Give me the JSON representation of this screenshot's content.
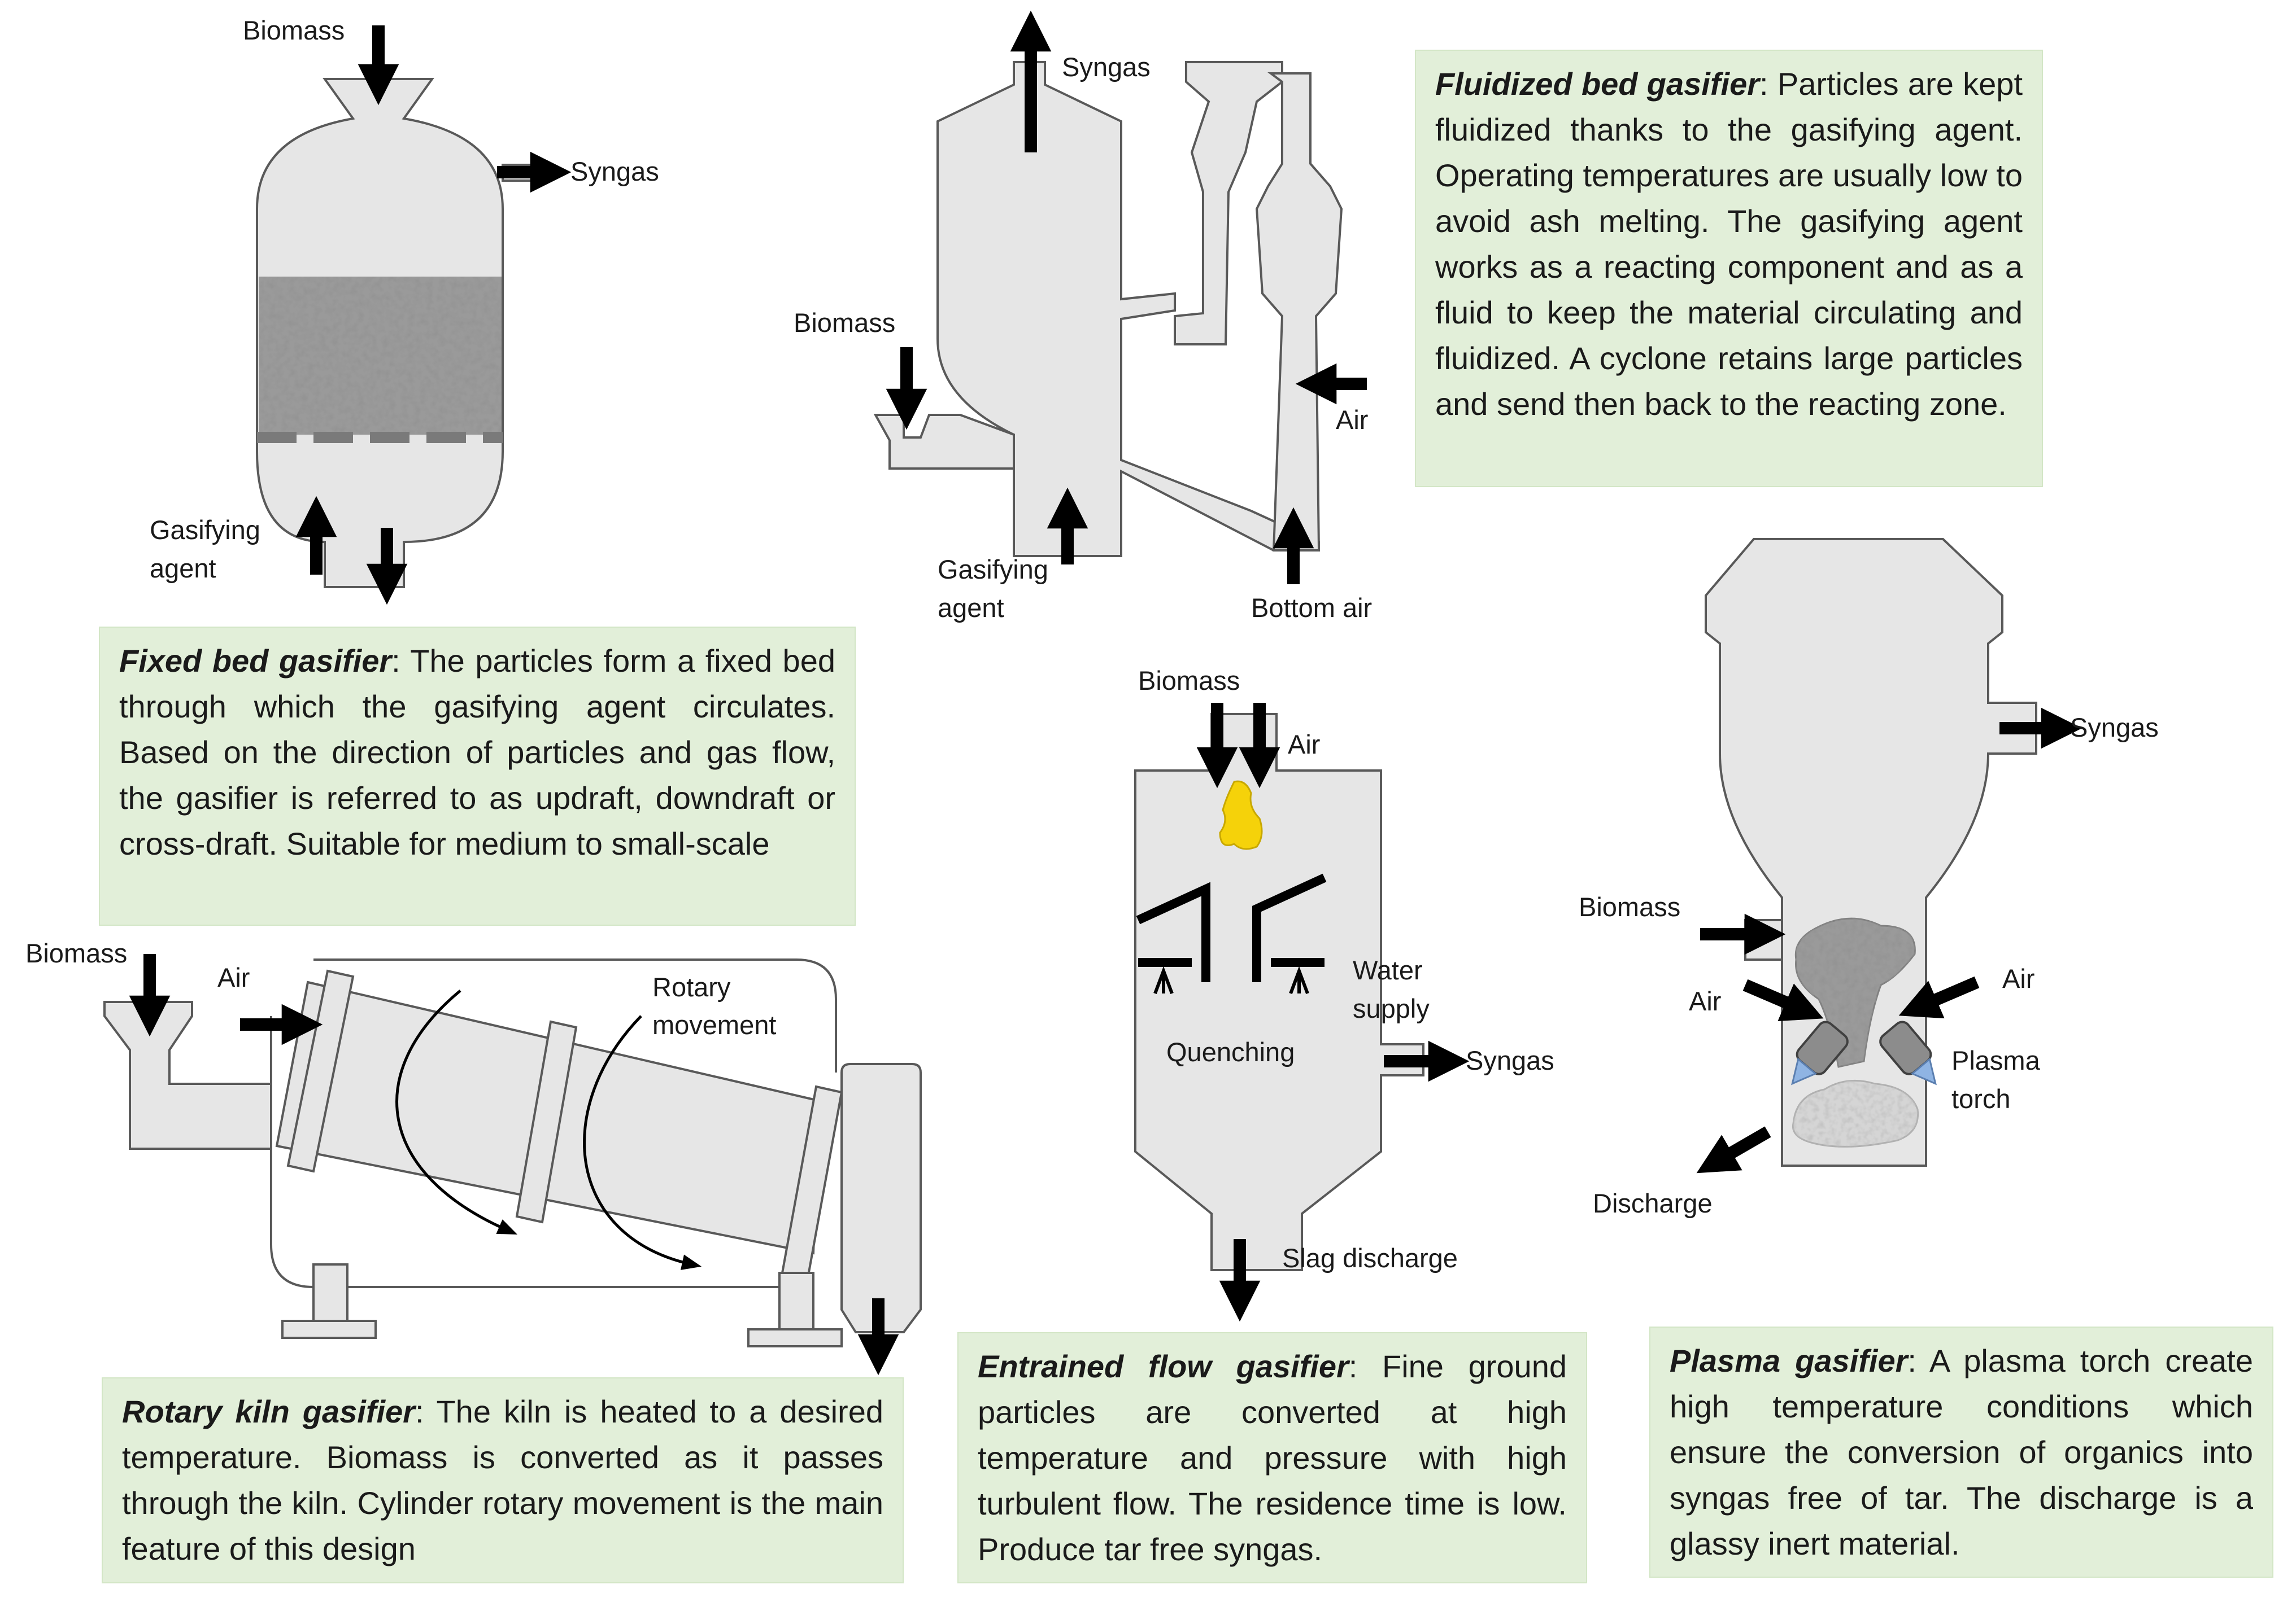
{
  "fixed_bed": {
    "labels": {
      "biomass": "Biomass",
      "syngas": "Syngas",
      "gasifying_agent_1": "Gasifying",
      "gasifying_agent_2": "agent"
    },
    "title": "Fixed bed gasifier",
    "body": ": The particles form a fixed bed through which the gasifying agent circulates. Based on the direction of particles and gas flow, the gasifier is referred to as updraft, downdraft or cross-draft. Suitable for medium to small-scale"
  },
  "fluidized_bed": {
    "labels": {
      "syngas": "Syngas",
      "biomass": "Biomass",
      "air": "Air",
      "gasifying_agent_1": "Gasifying",
      "gasifying_agent_2": "agent",
      "bottom_air": "Bottom air"
    },
    "title": "Fluidized bed gasifier",
    "body": ": Particles are kept fluidized thanks to the gasifying agent. Operating temperatures are usually low to avoid ash melting. The gasifying agent works as a reacting component and as a fluid to keep the material circulating and fluidized. A cyclone retains large particles and send then back to the reacting zone."
  },
  "rotary_kiln": {
    "labels": {
      "biomass": "Biomass",
      "air": "Air",
      "rotary_1": "Rotary",
      "rotary_2": "movement"
    },
    "title": "Rotary kiln gasifier",
    "body": ": The kiln is heated to a desired temperature. Biomass is converted as it passes through the kiln. Cylinder rotary movement is the main feature of this design"
  },
  "entrained_flow": {
    "labels": {
      "biomass": "Biomass",
      "air": "Air",
      "water_1": "Water",
      "water_2": "supply",
      "quenching": "Quenching",
      "syngas": "Syngas",
      "slag": "Slag discharge"
    },
    "title": "Entrained flow gasifier",
    "body": ": Fine ground particles are converted at high temperature and pressure with high turbulent flow. The residence time is low. Produce tar free syngas."
  },
  "plasma": {
    "labels": {
      "syngas": "Syngas",
      "biomass": "Biomass",
      "air_left": "Air",
      "air_right": "Air",
      "torch_1": "Plasma",
      "torch_2": "torch",
      "discharge": "Discharge"
    },
    "title": "Plasma gasifier",
    "body": ": A plasma torch create high temperature conditions which ensure the conversion of organics into syngas free of tar. The discharge is a glassy inert material."
  },
  "colors": {
    "vessel_fill": "#e6e6e6",
    "outline": "#595959",
    "arrow": "#000000",
    "flame": "#f5d20a",
    "torch_tip": "#8fb4e3",
    "text_box": "#e2efd9"
  }
}
